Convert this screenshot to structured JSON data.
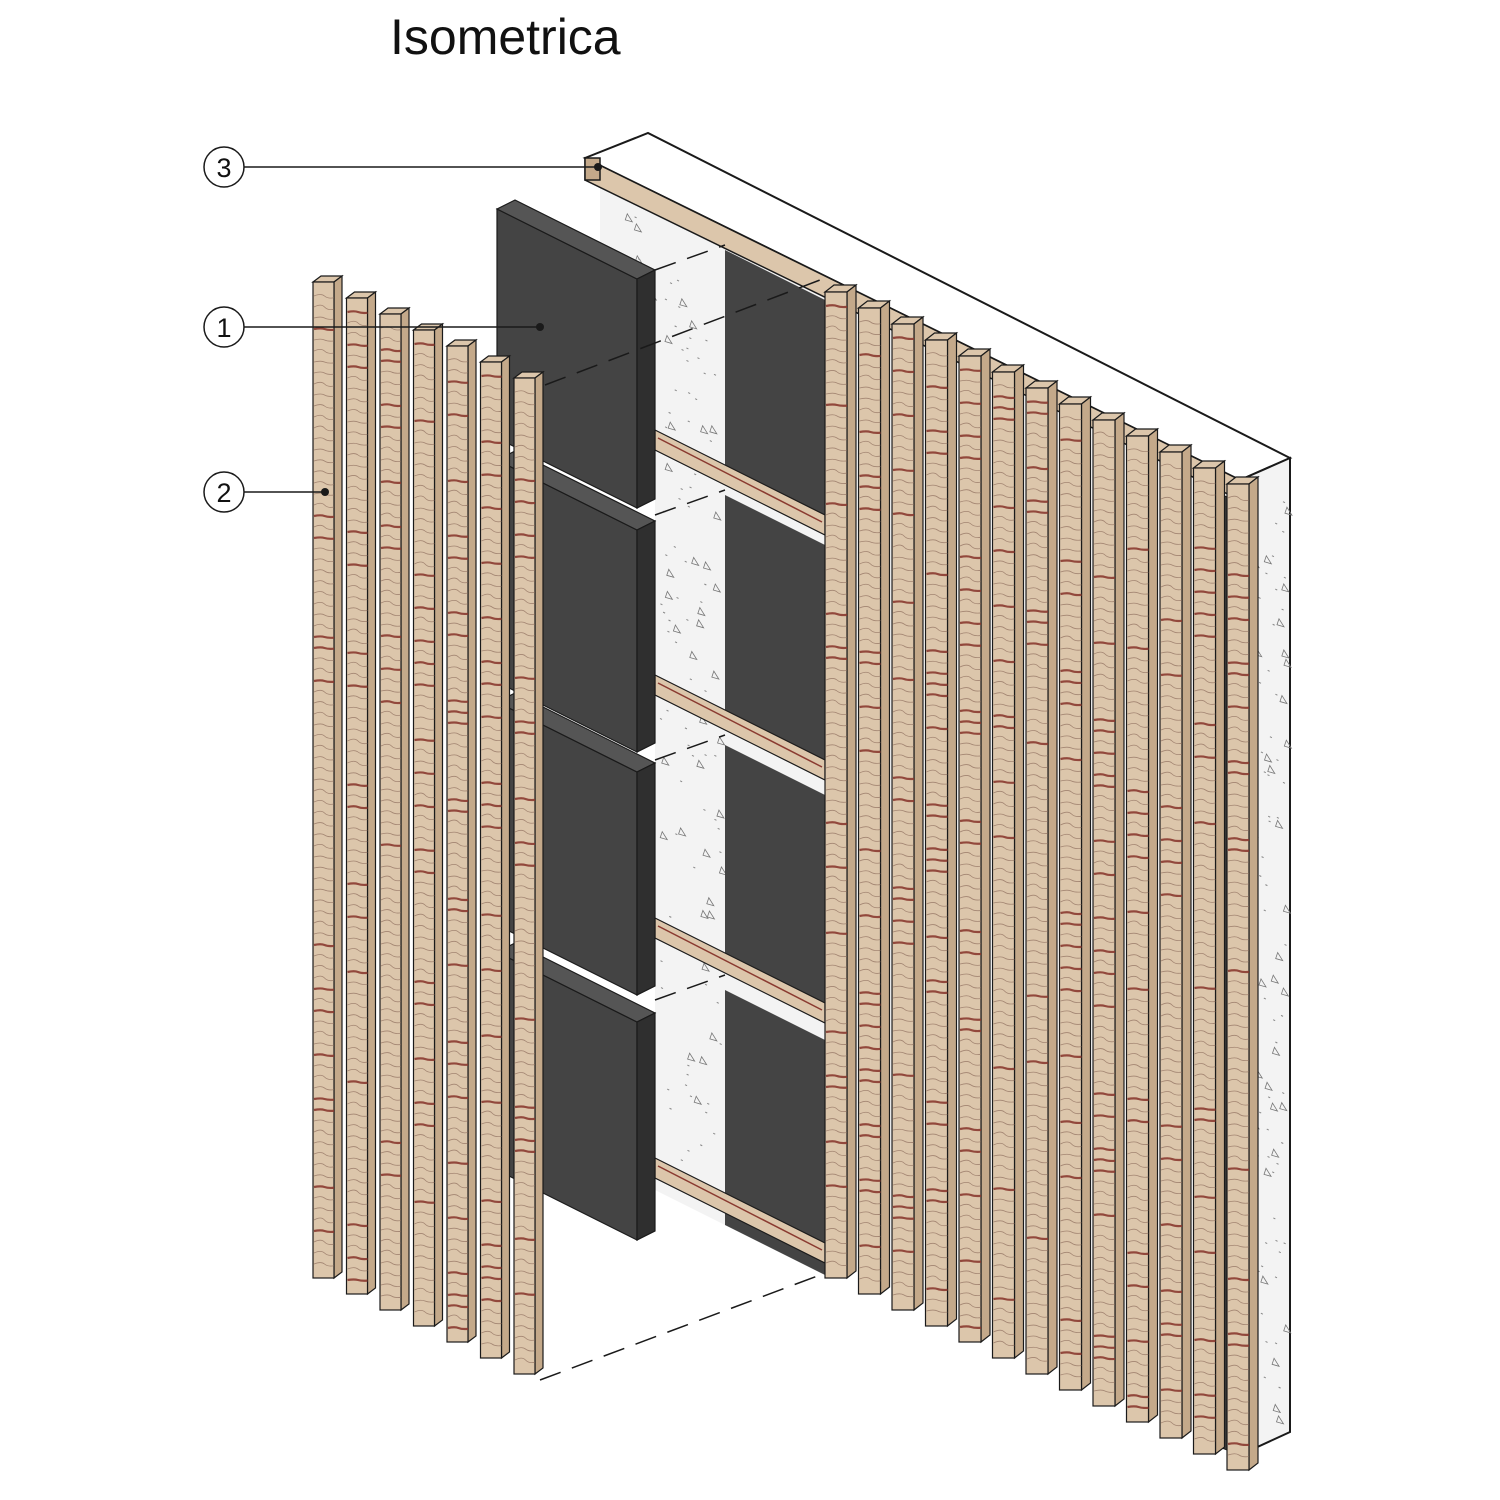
{
  "title": "Isometrica",
  "callouts": [
    {
      "number": "3",
      "target": "timber-top-rail"
    },
    {
      "number": "1",
      "target": "acoustic-panel"
    },
    {
      "number": "2",
      "target": "timber-batten"
    }
  ],
  "colors": {
    "timber": "#dcc6ab",
    "timber_side": "#c4a98a",
    "timber_grain": "#8a6a5a",
    "timber_grain_strong": "#8a3a30",
    "panel": "#444444",
    "panel_side": "#2f2f2f",
    "concrete": "#f3f3f3",
    "line": "#1a1a1a"
  },
  "icons": {
    "callout_marker": "circle-number",
    "concrete_texture": "triangle-speckle"
  }
}
